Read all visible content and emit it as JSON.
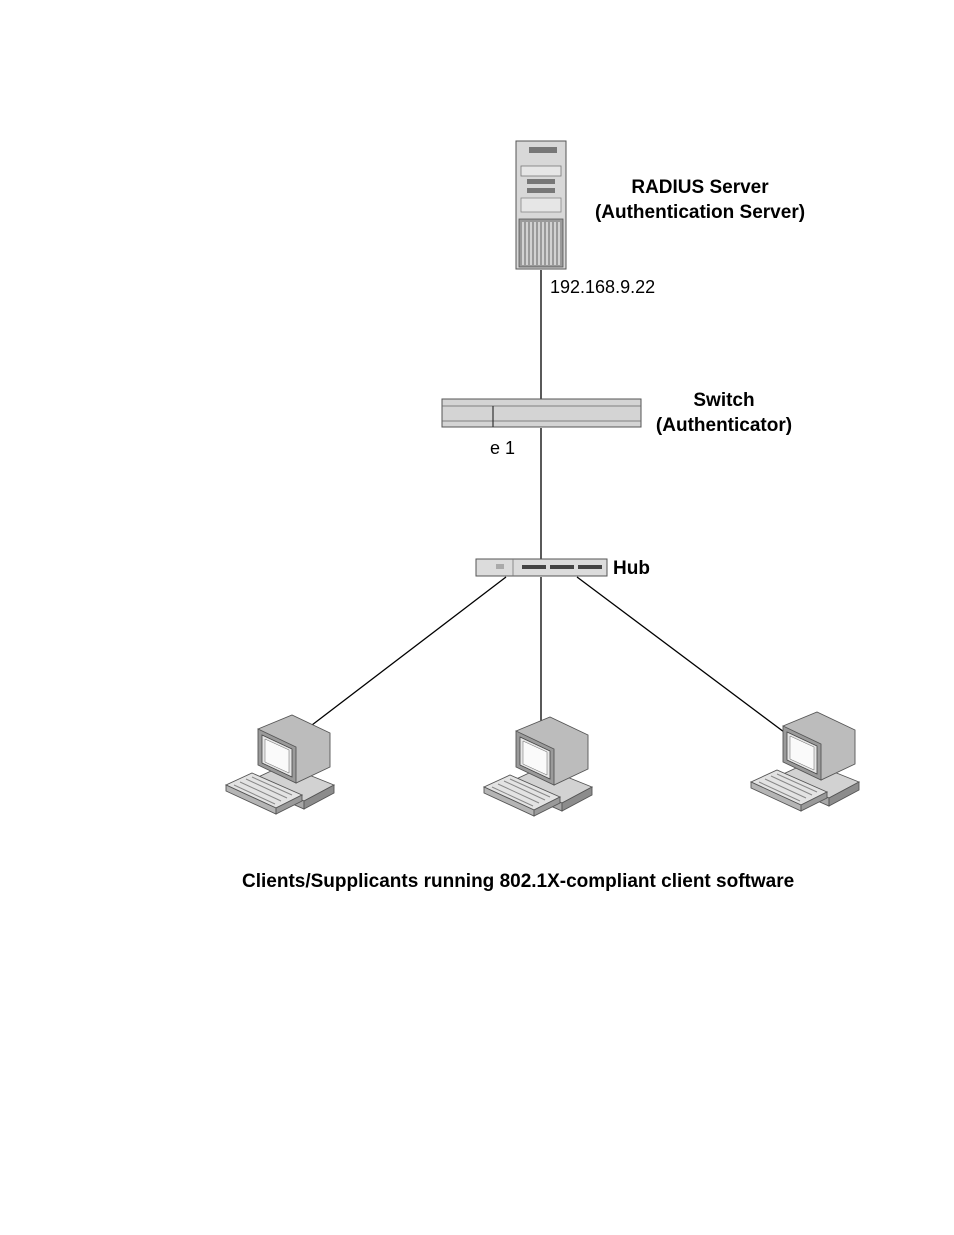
{
  "radius_server": {
    "name": "RADIUS Server",
    "role": "(Authentication Server)",
    "ip": "192.168.9.22"
  },
  "switch": {
    "name": "Switch",
    "role": "(Authenticator)",
    "port": "e 1"
  },
  "hub": {
    "name": "Hub"
  },
  "clients": {
    "caption": "Clients/Supplicants running 802.1X-compliant client software"
  }
}
